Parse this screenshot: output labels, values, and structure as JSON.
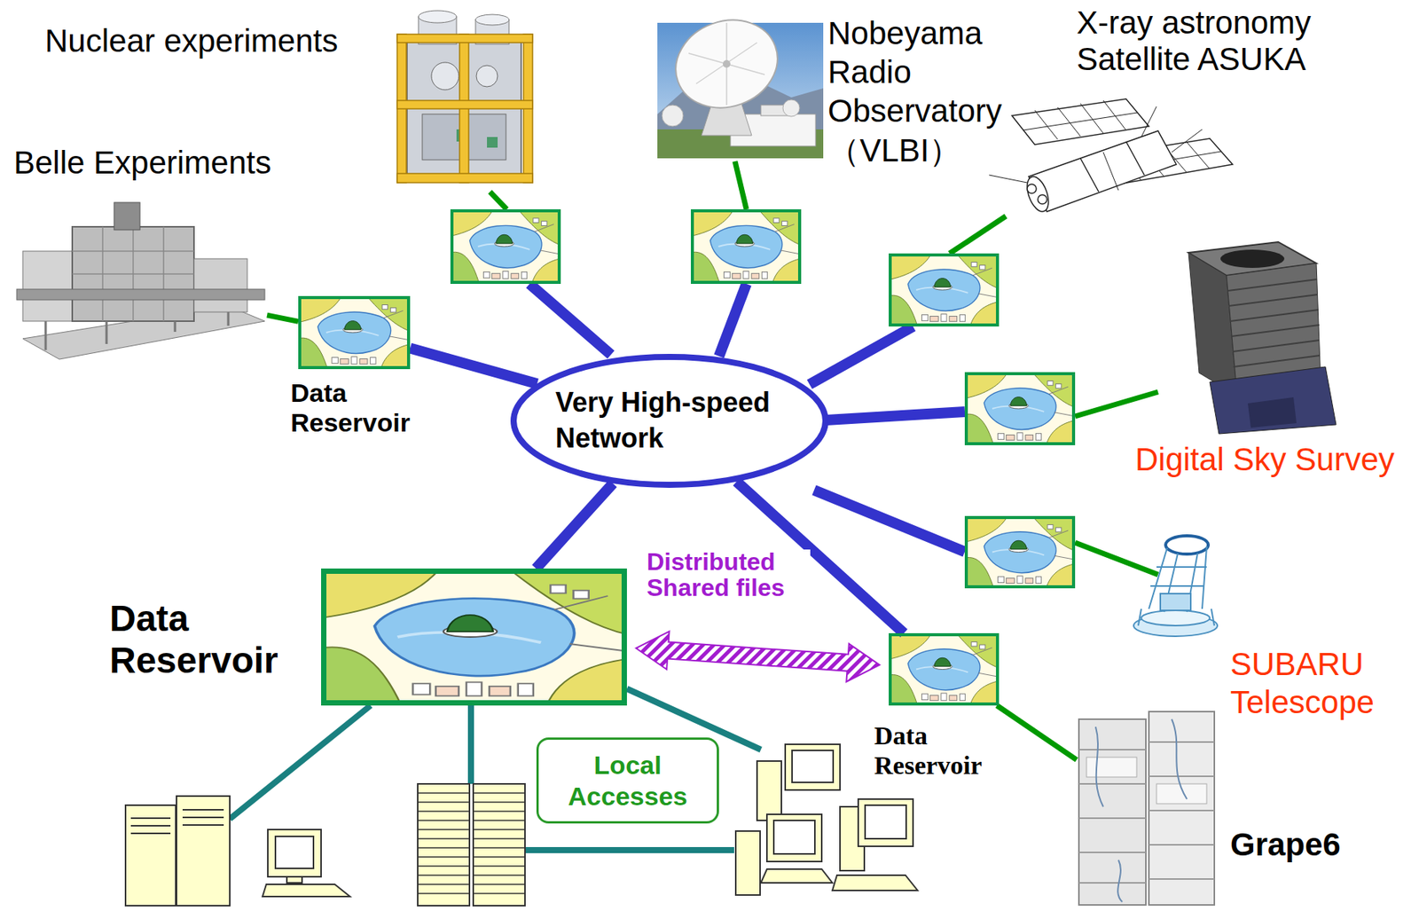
{
  "diagram": {
    "nodes": [
      {
        "text": [
          "Nuclear experiments"
        ]
      },
      {
        "text": [
          "Nobeyama Radio Observatory （VLBI）"
        ]
      },
      {
        "text": [
          "X-ray astronomy Satellite ASUKA"
        ]
      },
      {
        "text": [
          "Belle Experiments"
        ]
      },
      {
        "text": [
          "Data Reservoir"
        ]
      },
      {
        "text": [
          "Very High-speed Network"
        ]
      },
      {
        "text": [
          "Digital Sky Survey"
        ]
      },
      {
        "text": [
          "Data Reservoir"
        ]
      },
      {
        "text": [
          "SUBARU Telescope"
        ]
      },
      {
        "text": [
          "Data Reservoir"
        ]
      },
      {
        "text": [
          "Local Accesses"
        ]
      },
      {
        "text": [
          "Grape6"
        ]
      }
    ],
    "edges": [
      {
        "from": 3,
        "to": 4,
        "arrow": "none"
      },
      {
        "from": 4,
        "to": 5,
        "arrow": "none"
      },
      {
        "from": 5,
        "to": 7,
        "arrow": "none"
      },
      {
        "from": 5,
        "to": 9,
        "arrow": "none"
      },
      {
        "from": 7,
        "to": 9,
        "label": "Distributed Shared files",
        "arrow": "both"
      },
      {
        "from": 11,
        "to": 9,
        "arrow": "none"
      }
    ]
  }
}
